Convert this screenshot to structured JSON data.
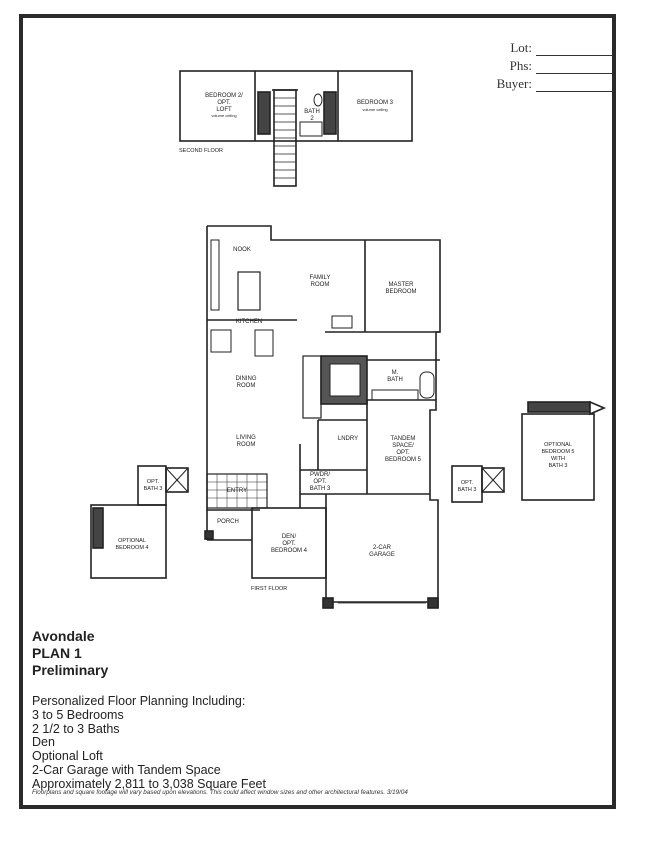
{
  "form": {
    "lot_label": "Lot:",
    "phs_label": "Phs:",
    "buyer_label": "Buyer:"
  },
  "second_floor": {
    "label": "SECOND FLOOR",
    "rooms": {
      "bedroom2_line1": "BEDROOM 2/",
      "bedroom2_line2": "OPT.",
      "bedroom2_line3": "LOFT",
      "bedroom2_note": "volume ceiling",
      "bath2_line1": "BATH",
      "bath2_line2": "2",
      "bedroom3": "BEDROOM 3",
      "bedroom3_note": "volume ceiling"
    }
  },
  "first_floor": {
    "label": "FIRST FLOOR",
    "rooms": {
      "nook": "NOOK",
      "family_room_1": "FAMILY",
      "family_room_2": "ROOM",
      "master_1": "MASTER",
      "master_2": "BEDROOM",
      "kitchen": "KITCHEN",
      "dining_1": "DINING",
      "dining_2": "ROOM",
      "mbath_1": "M.",
      "mbath_2": "BATH",
      "living_1": "LIVING",
      "living_2": "ROOM",
      "laundry": "LNDRY",
      "tandem_1": "TANDEM",
      "tandem_2": "SPACE/",
      "tandem_3": "OPT.",
      "tandem_4": "BEDROOM 5",
      "pwdr_1": "PWDR/",
      "pwdr_2": "OPT.",
      "pwdr_3": "BATH 3",
      "entry": "ENTRY",
      "porch": "PORCH",
      "den_1": "DEN/",
      "den_2": "OPT.",
      "den_3": "BEDROOM 4",
      "garage_1": "2-CAR",
      "garage_2": "GARAGE"
    }
  },
  "option_left": {
    "bath_1": "OPT.",
    "bath_2": "BATH 3",
    "bedroom_1": "OPTIONAL",
    "bedroom_2": "BEDROOM 4"
  },
  "option_right": {
    "bath_1": "OPT.",
    "bath_2": "BATH 3",
    "bedroom_1": "OPTIONAL",
    "bedroom_2": "BEDROOM 5",
    "bedroom_3": "WITH",
    "bedroom_4": "BATH 3"
  },
  "title": {
    "name": "Avondale",
    "plan": "PLAN 1",
    "status": "Preliminary"
  },
  "features": {
    "heading": "Personalized Floor Planning Including:",
    "items": [
      "3 to 5 Bedrooms",
      "2 1/2 to 3 Baths",
      "Den",
      "Optional Loft",
      "2-Car Garage with Tandem Space",
      "Approximately 2,811 to 3,038 Square Feet"
    ]
  },
  "disclaimer": "Floorplans and square footage will vary based upon elevations.  This could affect window sizes and other architectural features.  3/19/04"
}
